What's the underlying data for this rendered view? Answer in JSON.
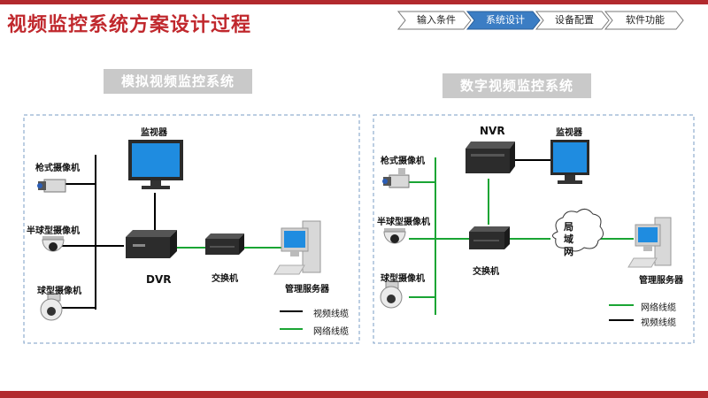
{
  "title": "视频监控系统方案设计过程",
  "steps": [
    {
      "label": "输入条件",
      "active": false
    },
    {
      "label": "系统设计",
      "active": true
    },
    {
      "label": "设备配置",
      "active": false
    },
    {
      "label": "软件功能",
      "active": false
    }
  ],
  "analog": {
    "heading": "模拟视频监控系统",
    "monitor": "监视器",
    "bullet_camera": "枪式摄像机",
    "dome_camera": "半球型摄像机",
    "speed_dome_camera": "球型摄像机",
    "dvr": "DVR",
    "switch": "交换机",
    "server": "管理服务器",
    "legend": [
      {
        "label": "视频线缆",
        "color": "#000000"
      },
      {
        "label": "网络线缆",
        "color": "#1aa534"
      }
    ]
  },
  "digital": {
    "heading": "数字视频监控系统",
    "nvr": "NVR",
    "monitor": "监视器",
    "bullet_camera": "枪式摄像机",
    "dome_camera": "半球型摄像机",
    "speed_dome_camera": "球型摄像机",
    "switch": "交换机",
    "lan": "局域网",
    "server": "管理服务器",
    "legend": [
      {
        "label": "网络线缆",
        "color": "#1aa534"
      },
      {
        "label": "视频线缆",
        "color": "#000000"
      }
    ]
  },
  "colors": {
    "brand_red": "#c0282d",
    "network_line": "#1aa534",
    "video_line": "#000000",
    "monitor_screen": "#1f8ce0",
    "active_step": "#2b6cb0"
  }
}
